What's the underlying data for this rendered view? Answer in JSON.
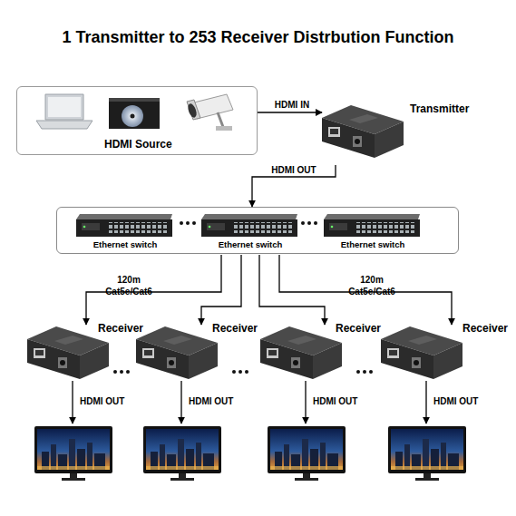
{
  "diagram": {
    "title": "1 Transmitter to 253 Receiver Distrbution Function",
    "nodes": [
      {
        "text": [
          "HDMI Source"
        ]
      },
      {
        "text": [
          "Transmitter"
        ]
      },
      {
        "text": []
      },
      {
        "text": [
          "Ethernet switch"
        ],
        "in": 2
      },
      {
        "text": [
          "Ethernet switch"
        ],
        "in": 2
      },
      {
        "text": [
          "Ethernet switch"
        ],
        "in": 2
      },
      {
        "text": [
          "Receiver"
        ]
      },
      {
        "text": [
          "Receiver"
        ]
      },
      {
        "text": [
          "Receiver"
        ]
      },
      {
        "text": [
          "Receiver"
        ]
      }
    ],
    "edges": [
      {
        "from": 0,
        "to": 1,
        "arrow": "to",
        "label": "HDMI IN"
      },
      {
        "from": 1,
        "to": 2,
        "arrow": "to",
        "label": "HDMI OUT"
      },
      {
        "from": 4,
        "to": 6,
        "arrow": "to",
        "label": "120m Cat5e/Cat6"
      },
      {
        "from": 4,
        "to": 7,
        "arrow": "to"
      },
      {
        "from": 4,
        "to": 8,
        "arrow": "to"
      },
      {
        "from": 4,
        "to": 9,
        "arrow": "to",
        "label": "120m Cat5e/Cat6"
      }
    ],
    "labels": [
      "HDMI OUT",
      "HDMI OUT",
      "HDMI OUT",
      "HDMI OUT"
    ]
  }
}
